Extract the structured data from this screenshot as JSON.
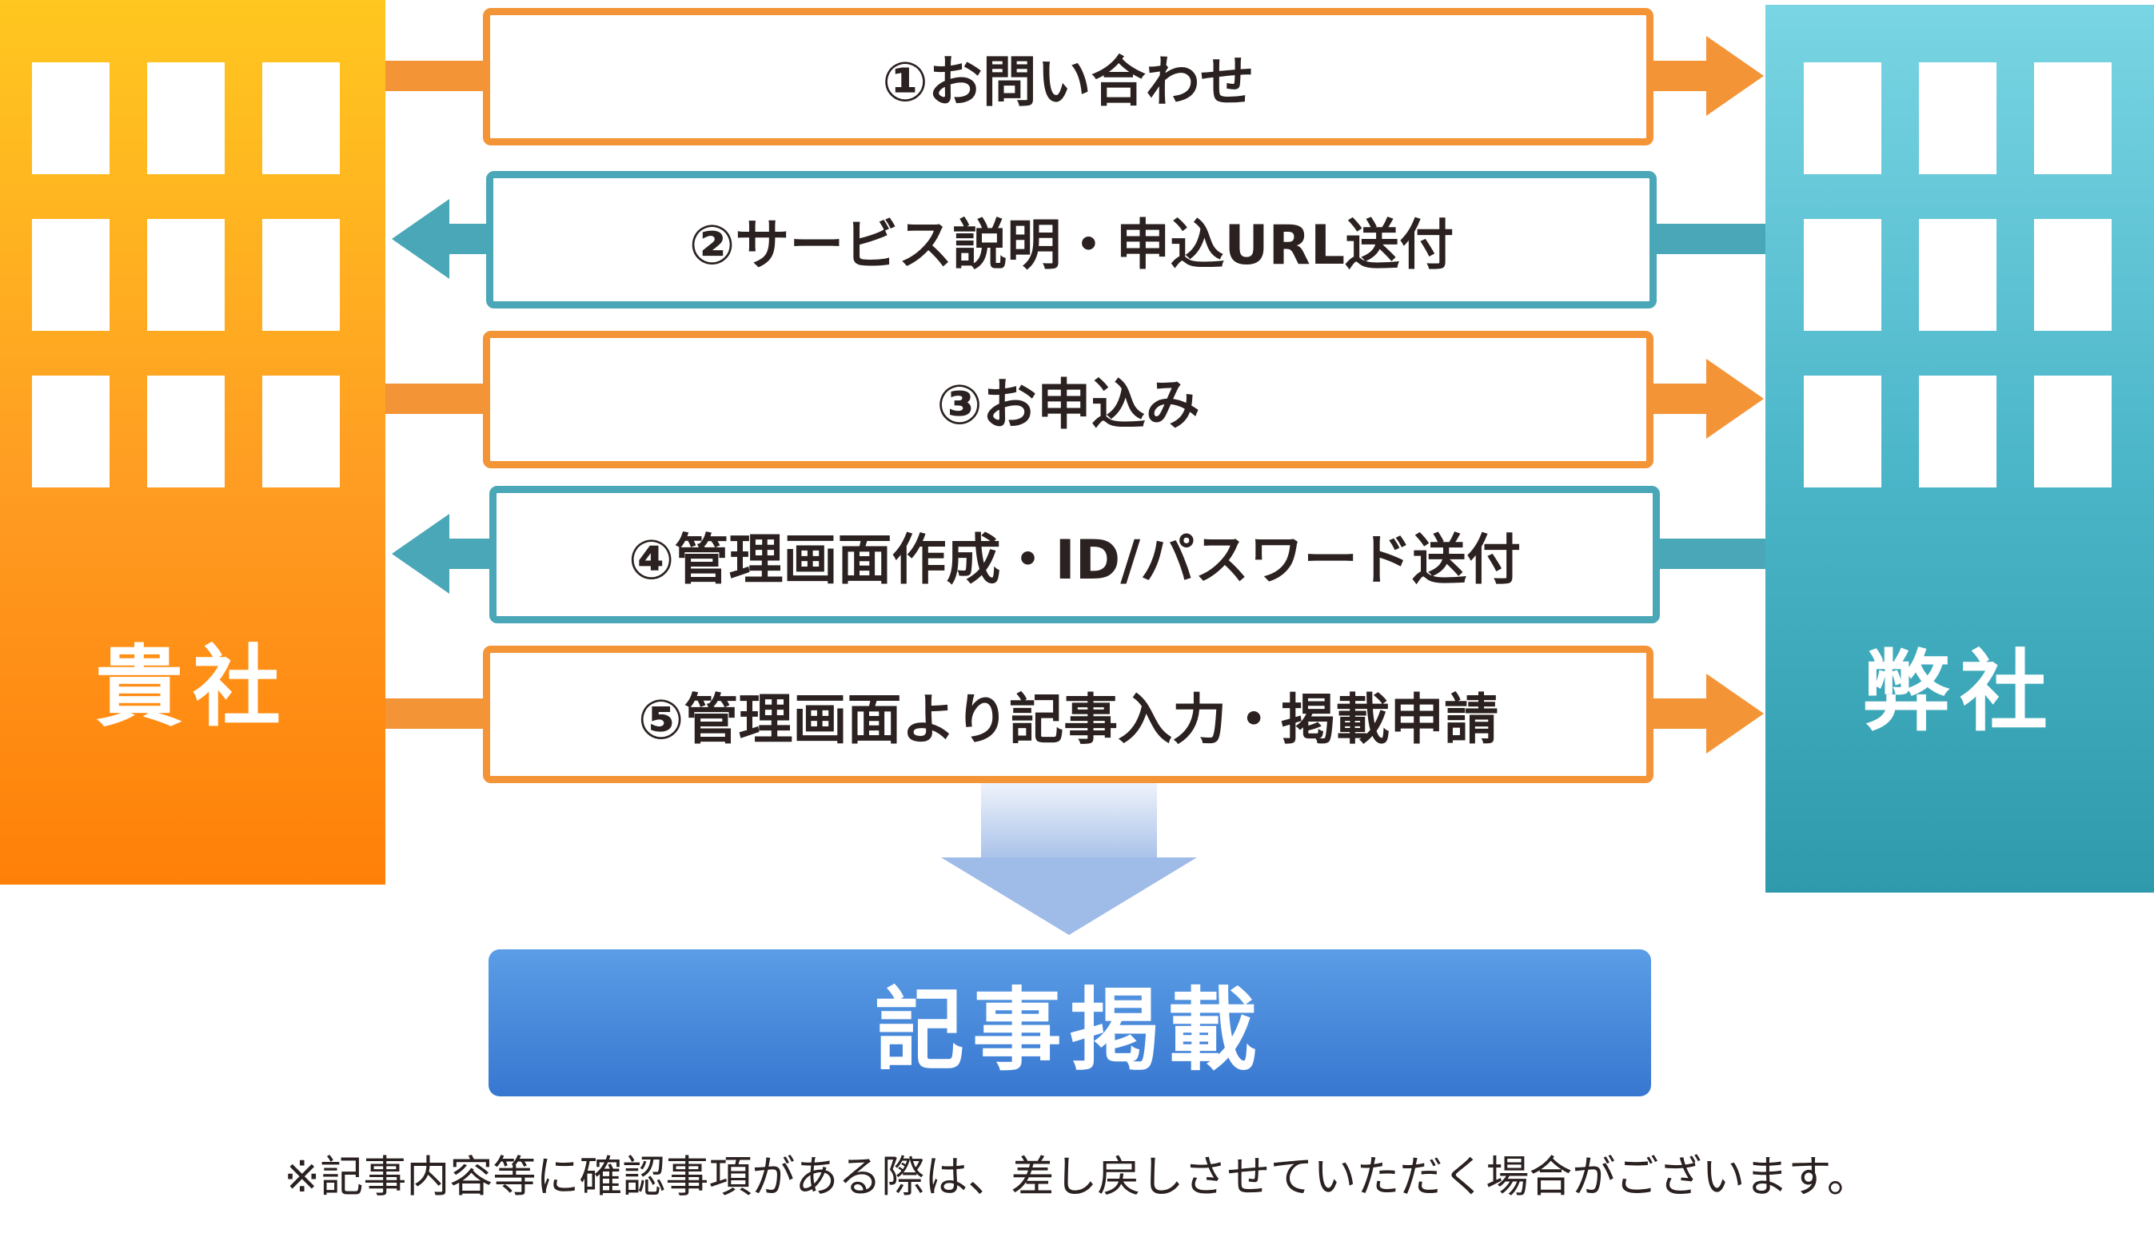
{
  "client_building": {
    "label": "貴社"
  },
  "company_building": {
    "label": "弊社"
  },
  "steps": [
    {
      "label": "①お問い合わせ",
      "direction": "right"
    },
    {
      "label": "②サービス説明・申込URL送付",
      "direction": "left"
    },
    {
      "label": "③お申込み",
      "direction": "right"
    },
    {
      "label": "④管理画面作成・ID/パスワード送付",
      "direction": "left"
    },
    {
      "label": "⑤管理画面より記事入力・掲載申請",
      "direction": "right"
    }
  ],
  "result": {
    "label": "記事掲載"
  },
  "footnote": "※記事内容等に確認事項がある際は、差し戻しさせていただく場合がございます。",
  "colors": {
    "client": "#ff9c22",
    "company": "#4db7ca",
    "result": "#3877d0",
    "text": "#2a2120"
  }
}
